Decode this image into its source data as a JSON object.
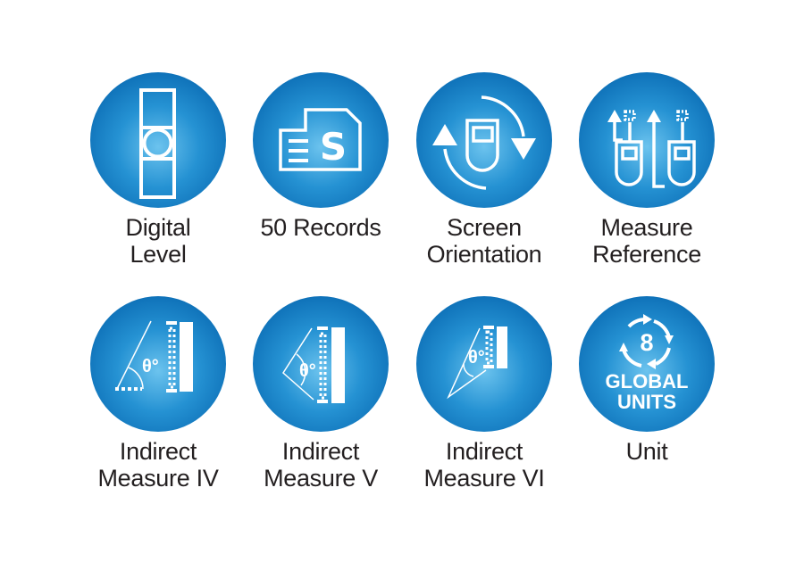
{
  "colors": {
    "circle_center": "#6cc3ee",
    "circle_edge": "#0f72b9",
    "glyph": "#ffffff",
    "label": "#231f20"
  },
  "features": [
    {
      "icon": "digital-level-icon",
      "label_lines": [
        "Digital",
        "Level"
      ]
    },
    {
      "icon": "records-icon",
      "glyph_text": "S",
      "label_lines": [
        "50 Records"
      ]
    },
    {
      "icon": "screen-orientation-icon",
      "label_lines": [
        "Screen",
        "Orientation"
      ]
    },
    {
      "icon": "measure-reference-icon",
      "label_lines": [
        "Measure",
        "Reference"
      ]
    },
    {
      "icon": "indirect-measure-iv-icon",
      "glyph_text": "θ°",
      "label_lines": [
        "Indirect",
        "Measure IV"
      ]
    },
    {
      "icon": "indirect-measure-v-icon",
      "glyph_text": "θ°",
      "label_lines": [
        "Indirect",
        "Measure V"
      ]
    },
    {
      "icon": "indirect-measure-vi-icon",
      "glyph_text": "θ°",
      "label_lines": [
        "Indirect",
        "Measure VI"
      ]
    },
    {
      "icon": "global-units-icon",
      "glyph_number": "8",
      "glyph_lines": [
        "GLOBAL",
        "UNITS"
      ],
      "label_lines": [
        "Unit"
      ]
    }
  ]
}
